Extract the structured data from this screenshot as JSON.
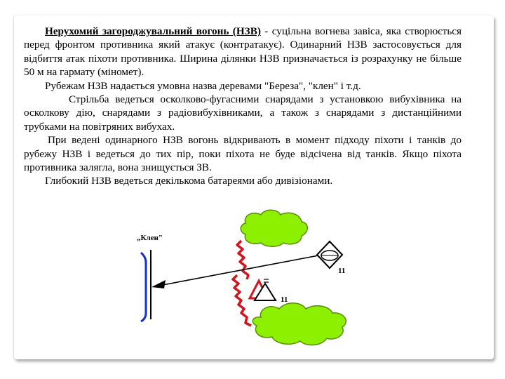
{
  "paragraphs": {
    "p1_term": "Нерухомий загороджувальний вогонь (НЗВ)",
    "p1_rest": " - суцільна вогнева завіса, яка створюється перед фронтом противника який атакує (контратакує). Одинарний НЗВ застосовується для відбиття атак піхоти противника. Ширина ділянки НЗВ призначається із розрахунку не більше 50 м на гармату (міномет).",
    "p2": "Рубежам НЗВ надається умовна назва деревами \"Береза\", \"клен\" і т.д.",
    "p3": "Стрільба ведеться осколково-фугасними снарядами з установкою вибухівника на осколкову дію, снарядами з радіовибухівниками, а також з снарядами з дистанційними трубками на повітряних вибухах.",
    "p4": "При ведені одинарного НЗВ вогонь відкривають в момент підходу піхоти і танків до рубежу НЗВ і ведеться до тих пір, поки піхота не буде відсічена від танків. Якщо піхота противника залягла, вона знищується ЗВ.",
    "p5": "Глибокий НЗВ ведеться декількома батареями або дивізіонами."
  },
  "diagram": {
    "line_label": "„Клен\"",
    "unit_top_number": "11",
    "unit_bottom_number": "11",
    "colors": {
      "forest_fill": "#8cf000",
      "forest_stroke": "#5a8c00",
      "enemy_red": "#d2141e",
      "own_blue": "#1432c8"
    }
  }
}
